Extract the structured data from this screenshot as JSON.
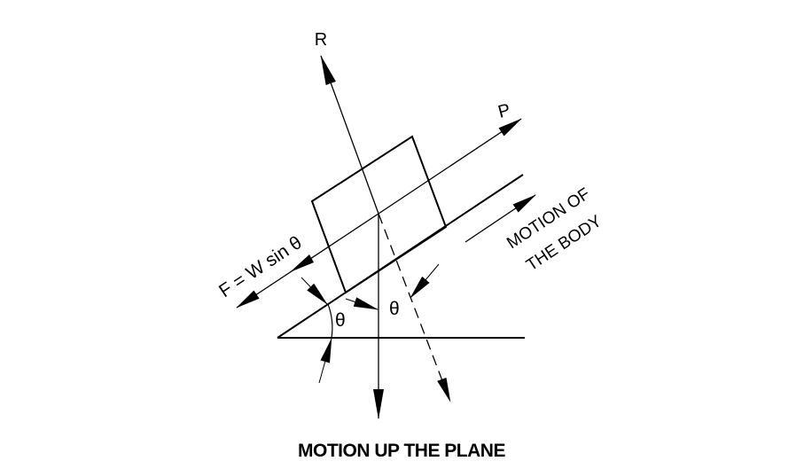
{
  "diagram": {
    "caption": "MOTION UP THE PLANE",
    "labels": {
      "reaction": "R",
      "pull": "P",
      "friction": "F = W sin θ",
      "motion_line1": "MOTION OF",
      "motion_line2": "THE BODY",
      "angle_incline": "θ",
      "angle_weight": "θ"
    },
    "colors": {
      "stroke": "#000000",
      "background": "#ffffff"
    }
  }
}
